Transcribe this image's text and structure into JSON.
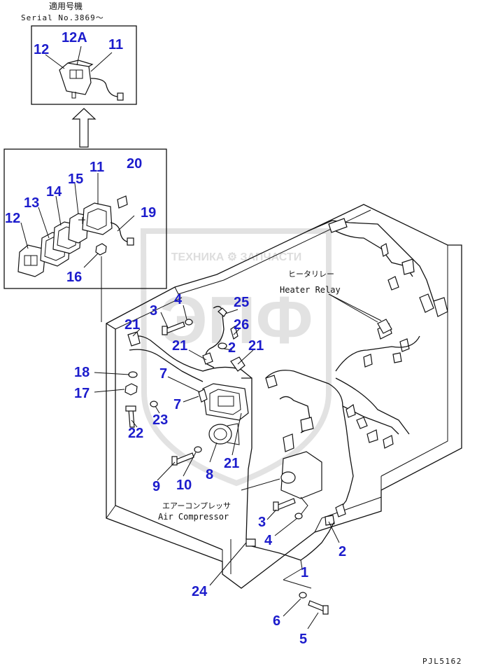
{
  "header": {
    "applicable_jp": "適用号機",
    "serial_label": "Serial No.3869～"
  },
  "watermark": {
    "text": "ТЕХНИКА ⚙ ЗАПЧАСТИ",
    "logo": "ЭПФ"
  },
  "annotations": {
    "heater_relay_jp": "ヒータリレー",
    "heater_relay_en": "Heater Relay",
    "air_compressor_jp": "エアーコンプレッサ",
    "air_compressor_en": "Air Compressor"
  },
  "footer": {
    "code": "PJL5162"
  },
  "callouts": {
    "c12_top": "12",
    "c12A": "12A",
    "c11_top": "11",
    "c11": "11",
    "c20": "20",
    "c15": "15",
    "c14": "14",
    "c13": "13",
    "c12": "12",
    "c19": "19",
    "c16": "16",
    "c3a": "3",
    "c4a": "4",
    "c25": "25",
    "c26": "26",
    "c21a": "21",
    "c21b": "21",
    "c2a": "2",
    "c21c": "21",
    "c18": "18",
    "c17": "17",
    "c7a": "7",
    "c7b": "7",
    "c23": "23",
    "c22": "22",
    "c21d": "21",
    "c8": "8",
    "c9": "9",
    "c10": "10",
    "c3b": "3",
    "c4b": "4",
    "c2b": "2",
    "c1": "1",
    "c24": "24",
    "c6": "6",
    "c5": "5"
  }
}
